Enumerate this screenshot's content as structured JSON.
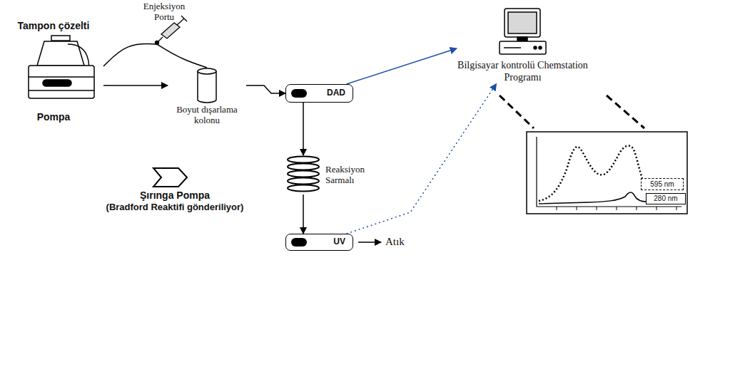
{
  "diagram": {
    "nodes": [
      {
        "text": [
          "Tampon çözelti",
          "Pompa"
        ]
      },
      {
        "text": [
          "Enjeksiyon Portu"
        ]
      },
      {
        "text": [
          "Boyut dışarlama kolonu"
        ]
      },
      {
        "text": [
          "DAD"
        ]
      },
      {
        "text": [
          "Bilgisayar kontrolü Chemstation Programı"
        ]
      },
      {
        "text": [
          "595 nm"
        ]
      },
      {
        "text": [
          "280 nm"
        ]
      },
      {
        "text": [
          "Reaksiyon Sarmalı"
        ]
      },
      {
        "text": [
          "Şırınga Pompa",
          "(Bradford Reaktifi gönderiliyor)"
        ]
      },
      {
        "text": [
          "UV"
        ]
      }
    ],
    "edges": [
      {
        "from": 0,
        "to": 1,
        "arrow": "none"
      },
      {
        "from": 1,
        "to": 2,
        "arrow": "none"
      },
      {
        "from": 0,
        "to": 2,
        "arrow": "to"
      },
      {
        "from": 2,
        "to": 3,
        "arrow": "to"
      },
      {
        "from": 3,
        "to": 4,
        "arrow": "to"
      },
      {
        "from": 3,
        "to": 7,
        "arrow": "to"
      },
      {
        "from": 7,
        "to": 9,
        "arrow": "to"
      },
      {
        "from": 9,
        "to": 4,
        "arrow": "to"
      }
    ],
    "labels": [
      "Atık"
    ]
  }
}
